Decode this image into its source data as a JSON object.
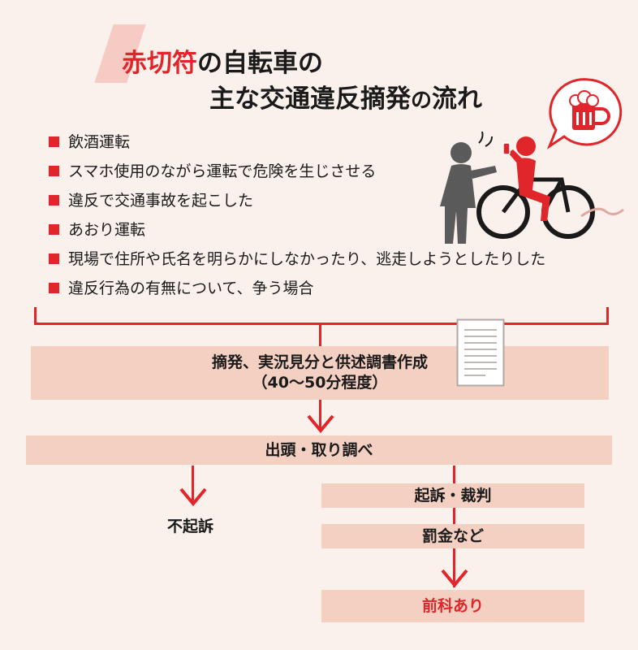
{
  "title": {
    "line1_red": "赤切符",
    "line1_rest": "の自転車の",
    "line2_part1": "主な交通違反摘発",
    "line2_part2": "の",
    "line2_part3": "流れ"
  },
  "conditions": [
    "飲酒運転",
    "スマホ使用のながら運転で危険を生じさせる",
    "違反で交通事故を起こした",
    "あおり運転",
    "現場で住所や氏名を明らかにしなかったり、逃走しようとしたりした",
    "違反行為の有無について、争う場合"
  ],
  "flow": {
    "step1_line1": "摘発、実況見分と供述調書作成",
    "step1_line2": "（40～50分程度）",
    "step2": "出頭・取り調べ",
    "branch_left": "不起訴",
    "branch_right_1": "起訴・裁判",
    "branch_right_2": "罰金など",
    "branch_right_3": "前科あり"
  },
  "colors": {
    "accent_red": "#e0262a",
    "band_pink": "#f4d0c2",
    "background": "#fbf1ec",
    "figure_gray": "#5a5a5a"
  },
  "icons": [
    "beer-mug-icon",
    "speech-bubble-icon",
    "bicycle-icon",
    "document-icon"
  ]
}
